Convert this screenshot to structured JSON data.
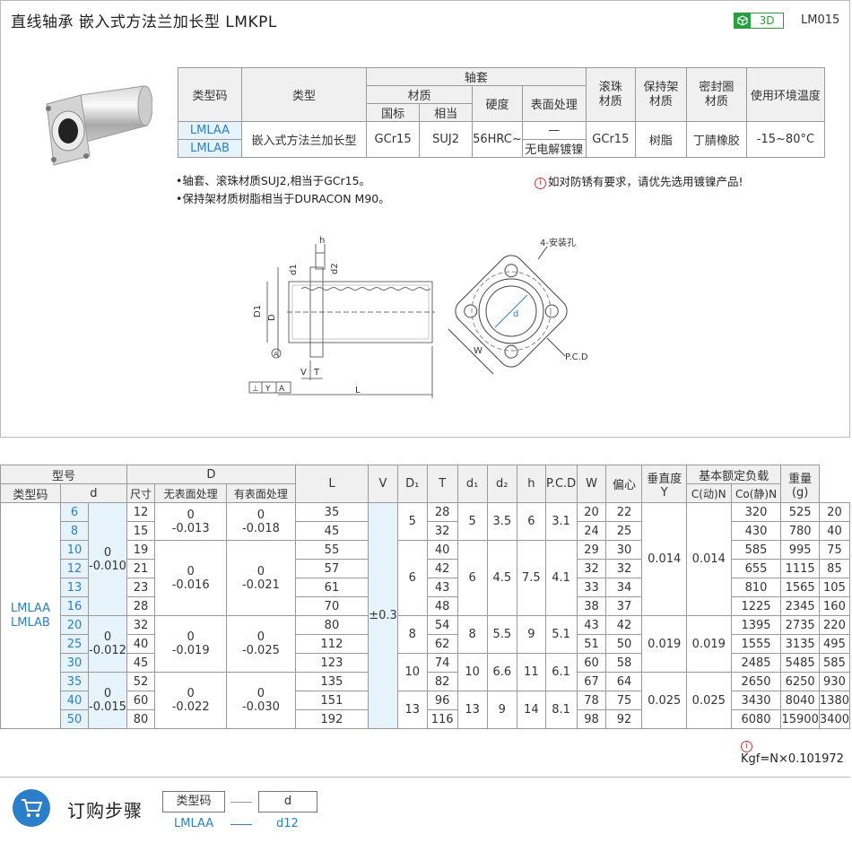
{
  "header": {
    "title": "直线轴承  嵌入式方法兰加长型  LMKPL",
    "badge_3d": "3D",
    "code": "LM015"
  },
  "spec_table": {
    "h_type_code": "类型码",
    "h_type": "类型",
    "h_sleeve": "轴套",
    "h_material": "材质",
    "h_std": "国标",
    "h_equiv": "相当",
    "h_hardness": "硬度",
    "h_surface": "表面处理",
    "h_ball": "滚珠材质",
    "h_retainer": "保持架材质",
    "h_seal": "密封圈材质",
    "h_temp": "使用环境温度",
    "code_a": "LMLAA",
    "code_b": "LMLAB",
    "type": "嵌入式方法兰加长型",
    "std": "GCr15",
    "equiv": "SUJ2",
    "hardness": "56HRC~",
    "surface_a": "—",
    "surface_b": "无电解镀镍",
    "ball": "GCr15",
    "retainer": "树脂",
    "seal": "丁腈橡胶",
    "temp": "-15~80°C"
  },
  "notes": {
    "n1": "•轴套、滚珠材质SUJ2,相当于GCr15。",
    "n2": "•保持架材质树脂相当于DURACON M90。",
    "warn": "如对防锈有要求，请优先选用镀镍产品!"
  },
  "drawing": {
    "h": "h",
    "d1": "d1",
    "d2": "d2",
    "D1": "D1",
    "D": "D",
    "A": "A",
    "V": "V",
    "T": "T",
    "L": "L",
    "Y": "Y",
    "holes": "4-安装孔",
    "pcd": "P.C.D",
    "W": "W",
    "d": "d"
  },
  "dim_table": {
    "h_model": "型号",
    "h_D": "D",
    "h_L": "L",
    "h_V": "V",
    "h_D1": "D₁",
    "h_T": "T",
    "h_d1": "d₁",
    "h_d2": "d₂",
    "h_h": "h",
    "h_pcd": "P.C.D",
    "h_W": "W",
    "h_ecc": "偏心",
    "h_perp": "垂直度",
    "h_perp2": "Y",
    "h_load": "基本额定负载",
    "h_weight": "重量",
    "h_weight2": "(g)",
    "h_type_code": "类型码",
    "h_d": "d",
    "h_size": "尺寸",
    "h_nosurf": "无表面处理",
    "h_surf": "有表面处理",
    "h_C": "C(动)N",
    "h_Co": "Co(静)N",
    "codes": "LMLAA LMLAB",
    "L_tol": "±0.3",
    "d_values": [
      "6",
      "8",
      "10",
      "12",
      "13",
      "16",
      "20",
      "25",
      "30",
      "35",
      "40",
      "50"
    ],
    "d_tol": [
      "0\n-0.010",
      "0\n-0.012",
      "0\n-0.015"
    ],
    "D_size": [
      "12",
      "15",
      "19",
      "21",
      "23",
      "28",
      "32",
      "40",
      "45",
      "52",
      "60",
      "80"
    ],
    "D_nosurf_tol": [
      "0\n-0.013",
      "0\n-0.016",
      "0\n-0.019",
      "0\n-0.022"
    ],
    "D_surf_tol": [
      "0\n-0.018",
      "0\n-0.021",
      "0\n-0.025",
      "0\n-0.030"
    ],
    "L": [
      "35",
      "45",
      "55",
      "57",
      "61",
      "70",
      "80",
      "112",
      "123",
      "135",
      "151",
      "192"
    ],
    "V": [
      "5",
      "6",
      "8",
      "10",
      "13"
    ],
    "D1": [
      "28",
      "32",
      "40",
      "42",
      "43",
      "48",
      "54",
      "62",
      "74",
      "82",
      "96",
      "116"
    ],
    "T": [
      "5",
      "6",
      "8",
      "10",
      "13"
    ],
    "d1": [
      "3.5",
      "4.5",
      "5.5",
      "6.6",
      "9"
    ],
    "d2": [
      "6",
      "7.5",
      "9",
      "11",
      "14"
    ],
    "h": [
      "3.1",
      "4.1",
      "5.1",
      "6.1",
      "8.1"
    ],
    "pcd": [
      "20",
      "24",
      "29",
      "32",
      "33",
      "38",
      "43",
      "51",
      "60",
      "67",
      "78",
      "98"
    ],
    "W": [
      "22",
      "25",
      "30",
      "32",
      "34",
      "37",
      "42",
      "50",
      "58",
      "64",
      "75",
      "92"
    ],
    "ecc": [
      "0.014",
      "0.019",
      "0.025"
    ],
    "perp": [
      "0.014",
      "0.019",
      "0.025"
    ],
    "C": [
      "320",
      "430",
      "585",
      "655",
      "810",
      "1225",
      "1395",
      "1555",
      "2485",
      "2650",
      "3430",
      "6080"
    ],
    "Co": [
      "525",
      "780",
      "995",
      "1115",
      "1565",
      "2345",
      "2735",
      "3135",
      "5485",
      "6250",
      "8040",
      "15900"
    ],
    "weight": [
      "20",
      "40",
      "75",
      "85",
      "105",
      "160",
      "220",
      "495",
      "585",
      "930",
      "1380",
      "3400"
    ]
  },
  "unit_note": "Kgf=N×0.101972",
  "order": {
    "title": "订购步骤",
    "box1": "类型码",
    "box2": "d",
    "ex1": "LMLAA",
    "ex2": "d12"
  }
}
